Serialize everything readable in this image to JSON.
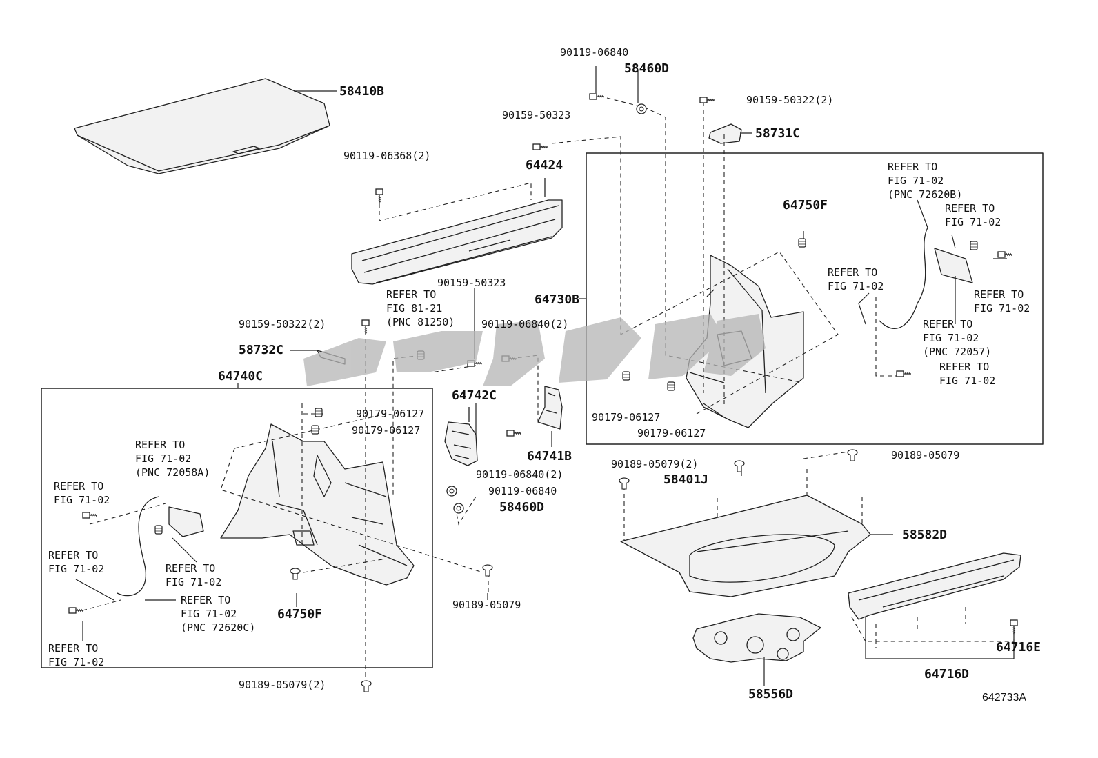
{
  "labels": {
    "p58410B": "58410B",
    "p90119_06840_top": "90119-06840",
    "p58460D_top": "58460D",
    "p90159_50323_a": "90159-50323",
    "p90159_50322_2_right": "90159-50322(2)",
    "p58731C": "58731C",
    "p90119_06368_2": "90119-06368(2)",
    "p64424": "64424",
    "p64750F_right": "64750F",
    "p64730B": "64730B",
    "ref_72620B": [
      "REFER TO",
      "FIG 71-02",
      "(PNC 72620B)"
    ],
    "ref_right_a": [
      "REFER TO",
      "FIG 71-02"
    ],
    "ref_right_b": [
      "REFER TO",
      "FIG 71-02"
    ],
    "ref_right_c": [
      "REFER TO",
      "FIG 71-02"
    ],
    "ref_72057": [
      "REFER TO",
      "FIG 71-02",
      "(PNC 72057)"
    ],
    "ref_right_d": [
      "REFER TO",
      "FIG 71-02"
    ],
    "ref_81250": [
      "REFER TO",
      "FIG 81-21",
      "(PNC 81250)"
    ],
    "p90159_50323_b": "90159-50323",
    "p90119_06840_2_a": "90119-06840(2)",
    "p90159_50322_2_left": "90159-50322(2)",
    "p58732C": "58732C",
    "p64740C": "64740C",
    "p64742C": "64742C",
    "p90179_06127_a": "90179-06127",
    "p90179_06127_b": "90179-06127",
    "p90179_06127_c": "90179-06127",
    "p90179_06127_d": "90179-06127",
    "p64741B": "64741B",
    "p90119_06840_2_b": "90119-06840(2)",
    "p90119_06840_c": "90119-06840",
    "p58460D_mid": "58460D",
    "p90189_05079_2_a": "90189-05079(2)",
    "p90189_05079_a": "90189-05079",
    "p58401J": "58401J",
    "p58582D": "58582D",
    "ref_72058A": [
      "REFER TO",
      "FIG 71-02",
      "(PNC 72058A)"
    ],
    "ref_left_a": [
      "REFER TO",
      "FIG 71-02"
    ],
    "ref_left_b": [
      "REFER TO",
      "FIG 71-02"
    ],
    "ref_left_c": [
      "REFER TO",
      "FIG 71-02"
    ],
    "ref_72620C": [
      "REFER TO",
      "FIG 71-02",
      "(PNC 72620C)"
    ],
    "ref_left_d": [
      "REFER TO",
      "FIG 71-02"
    ],
    "p64750F_left": "64750F",
    "p90189_05079_b": "90189-05079",
    "p90189_05079_2_b": "90189-05079(2)",
    "p58556D": "58556D",
    "p64716E": "64716E",
    "p64716D": "64716D",
    "figure_id": "642733A"
  },
  "colors": {
    "line": "#222222",
    "fill": "#f2f2f2",
    "watermark": "#b5b5b5"
  }
}
